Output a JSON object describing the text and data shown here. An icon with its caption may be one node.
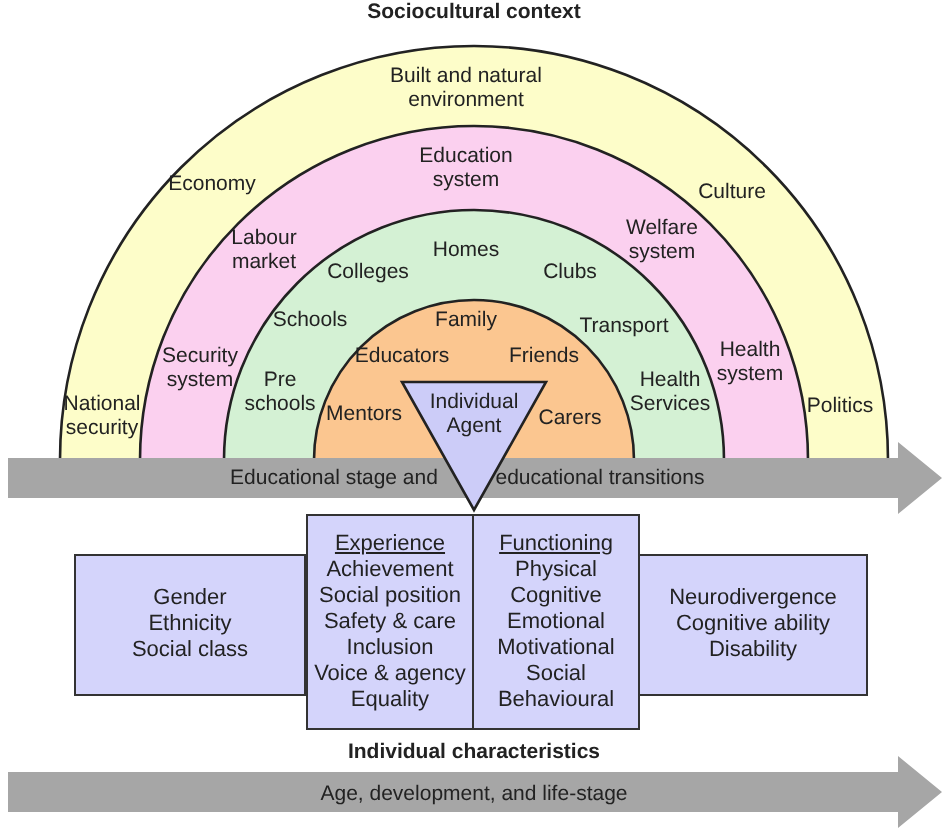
{
  "diagram": {
    "title": "Sociocultural context",
    "nodes": [
      {
        "text": [
          "Built and natural environment",
          "Economy",
          "Culture",
          "National security",
          "Politics"
        ]
      },
      {
        "text": [
          "Education system",
          "Labour market",
          "Welfare system",
          "Security system",
          "Health system"
        ],
        "in": 0
      },
      {
        "text": [
          "Homes",
          "Colleges",
          "Clubs",
          "Schools",
          "Transport",
          "Pre schools",
          "Health Services"
        ],
        "in": 1
      },
      {
        "text": [
          "Family",
          "Educators",
          "Friends",
          "Mentors",
          "Carers"
        ],
        "in": 2
      },
      {
        "text": [
          "Individual Agent"
        ]
      },
      {
        "text": [
          "Educational stage and",
          "educational transitions"
        ]
      },
      {
        "text": [
          "Gender",
          "Ethnicity",
          "Social class"
        ]
      },
      {
        "text": [
          "Experience",
          "Achievement",
          "Social position",
          "Safety & care",
          "Inclusion",
          "Voice & agency",
          "Equality"
        ]
      },
      {
        "text": [
          "Functioning",
          "Physical",
          "Cognitive",
          "Emotional",
          "Motivational",
          "Social",
          "Behavioural"
        ]
      },
      {
        "text": [
          "Neurodivergence",
          "Cognitive ability",
          "Disability"
        ]
      },
      {
        "text": [
          "Age, development, and life-stage"
        ]
      }
    ],
    "edges": [],
    "labels": [
      "Individual characteristics"
    ]
  }
}
